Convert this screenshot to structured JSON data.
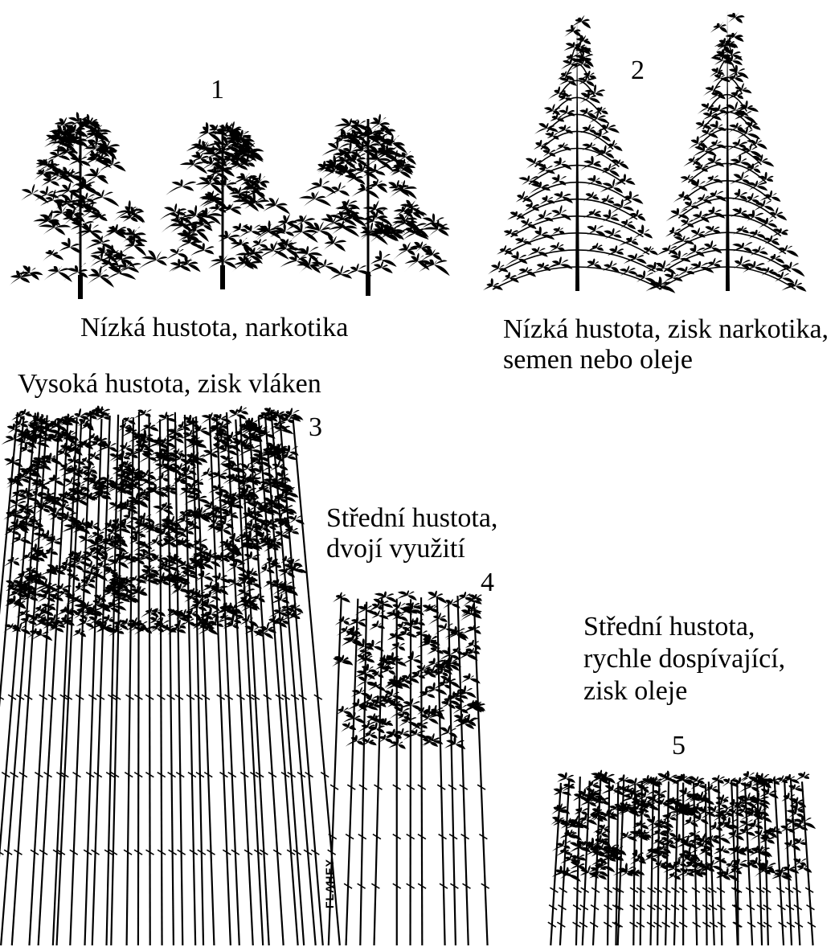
{
  "groups": [
    {
      "number": "1",
      "caption": [
        "Nízká hustota, narkotika"
      ]
    },
    {
      "number": "2",
      "caption": [
        "Nízká hustota, zisk narkotika,",
        "semen nebo oleje"
      ]
    },
    {
      "number": "3",
      "caption": [
        "Vysoká hustota, zisk vláken"
      ]
    },
    {
      "number": "4",
      "caption": [
        "Střední hustota,",
        "dvojí využití"
      ]
    },
    {
      "number": "5",
      "caption": [
        "Střední hustota,",
        "rychle dospívající,",
        "zisk oleje"
      ]
    }
  ],
  "signature": "FLAHEY",
  "colors": {
    "ink": "#000000",
    "paper": "#ffffff"
  },
  "icons": [
    "bushy-plant-icon",
    "conifer-plant-icon",
    "tall-stalk-plant-icon"
  ]
}
